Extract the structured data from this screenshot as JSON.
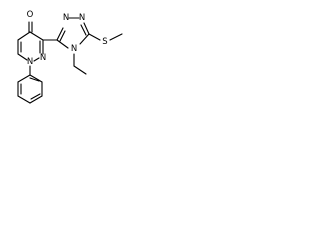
{
  "molecule": {
    "atoms": {
      "O": "O",
      "N1": "N",
      "N2": "N",
      "N_tr1": "N",
      "N_tr2": "N",
      "N_tr4": "N",
      "S": "S"
    }
  }
}
